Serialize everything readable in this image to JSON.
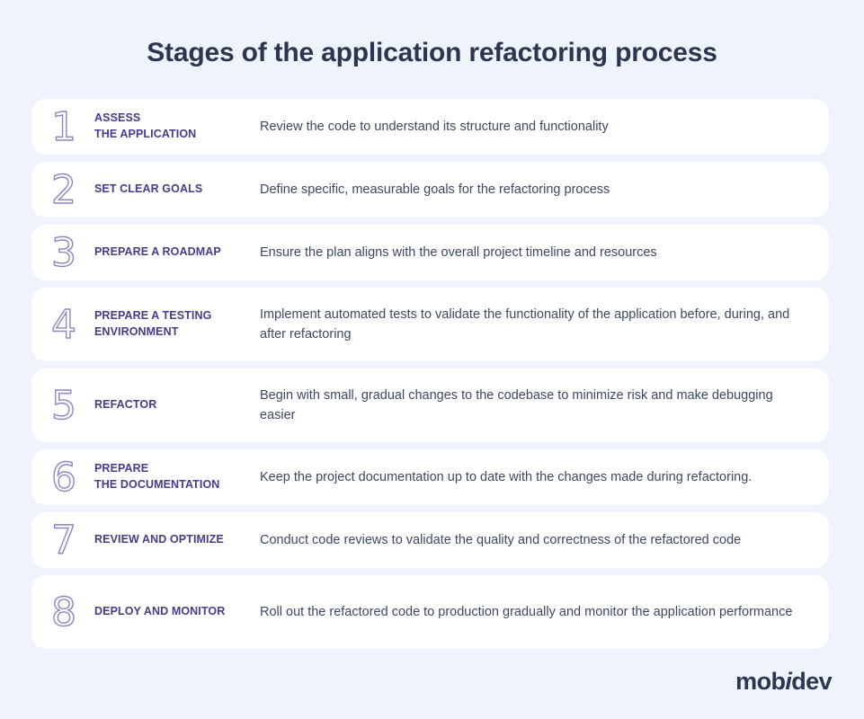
{
  "header": {
    "title": "Stages of the application refactoring process"
  },
  "colors": {
    "background": "#eef3fc",
    "card": "#ffffff",
    "title_text": "#2c3650",
    "label_text": "#493a8e",
    "description_text": "#3c4961",
    "numeral_outline": "#8b87c4"
  },
  "stages": [
    {
      "number": "1",
      "label": "ASSESS\nTHE APPLICATION",
      "description": "Review the code to understand its structure and functionality",
      "lines": 1
    },
    {
      "number": "2",
      "label": "SET CLEAR GOALS",
      "description": "Define specific, measurable goals for the refactoring process",
      "lines": 1
    },
    {
      "number": "3",
      "label": "PREPARE A ROADMAP",
      "description": "Ensure the plan aligns with the overall project timeline and resources",
      "lines": 1
    },
    {
      "number": "4",
      "label": "PREPARE A TESTING\nENVIRONMENT",
      "description": "Implement automated tests to validate the functionality of the application before, during, and after refactoring",
      "lines": 2
    },
    {
      "number": "5",
      "label": "REFACTOR",
      "description": "Begin with small, gradual changes to the codebase to minimize risk and make debugging easier",
      "lines": 2
    },
    {
      "number": "6",
      "label": "PREPARE\nTHE DOCUMENTATION",
      "description": "Keep the project documentation up to date with the changes made during refactoring.",
      "lines": 1
    },
    {
      "number": "7",
      "label": "REVIEW AND OPTIMIZE",
      "description": "Conduct code reviews to validate the quality and correctness of the refactored code",
      "lines": 1
    },
    {
      "number": "8",
      "label": "DEPLOY AND MONITOR",
      "description": "Roll out the refactored code to production gradually and monitor the application performance",
      "lines": 2
    }
  ],
  "footer": {
    "logo_part1": "mob",
    "logo_italic": "i",
    "logo_part2": "dev"
  }
}
